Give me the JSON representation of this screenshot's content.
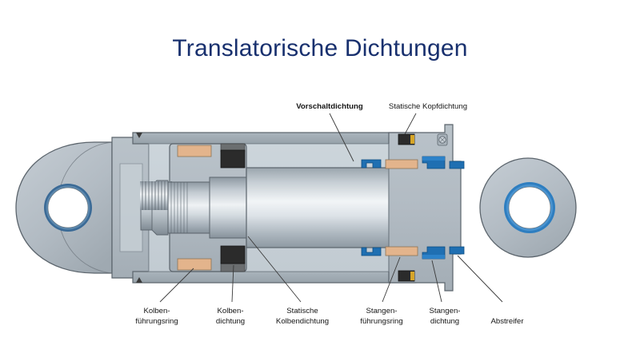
{
  "slide": {
    "title": "Translatorische Dichtungen",
    "title_color": "#18306e",
    "background_color": "#ffffff"
  },
  "figure": {
    "name": "hydraulic-cylinder-cross-section",
    "description": "Schnittdarstellung eines Hydraulikzylinders mit translatorischen Dichtungen",
    "colors": {
      "body_gray": "#b3bcc4",
      "body_gray_dark": "#9aa5ae",
      "body_gray_light": "#c8d0d6",
      "chamber_light": "#ccd4da",
      "rod_light": "#eef1f3",
      "rod_mid": "#b9c2c9",
      "seal_blue": "#1f6fb2",
      "seal_blue_dark": "#14568c",
      "bushing_blue": "#2e7ec0",
      "bushing_blue_dark": "#3a6a96",
      "guide_ring_tan": "#e3b48c",
      "seal_black": "#2b2b2b",
      "seal_gold": "#d6a528",
      "outline": "#555e66"
    },
    "labels": {
      "top": [
        {
          "id": "vorschaltdichtung",
          "text": "Vorschaltdichtung",
          "bold": true
        },
        {
          "id": "statische-kopfdichtung",
          "text": "Statische Kopfdichtung",
          "bold": false
        }
      ],
      "bottom": [
        {
          "id": "kolbenfuehrungsring",
          "line1": "Kolben-",
          "line2": "führungsring"
        },
        {
          "id": "kolbendichtung",
          "line1": "Kolben-",
          "line2": "dichtung"
        },
        {
          "id": "statische-kolbendichtung",
          "line1": "Statische",
          "line2": "Kolbendichtung"
        },
        {
          "id": "stangenfuehrungsring",
          "line1": "Stangen-",
          "line2": "führungsring"
        },
        {
          "id": "stangendichtung",
          "line1": "Stangen-",
          "line2": "dichtung"
        },
        {
          "id": "abstreifer",
          "line1": "Abstreifer",
          "line2": ""
        }
      ]
    }
  }
}
